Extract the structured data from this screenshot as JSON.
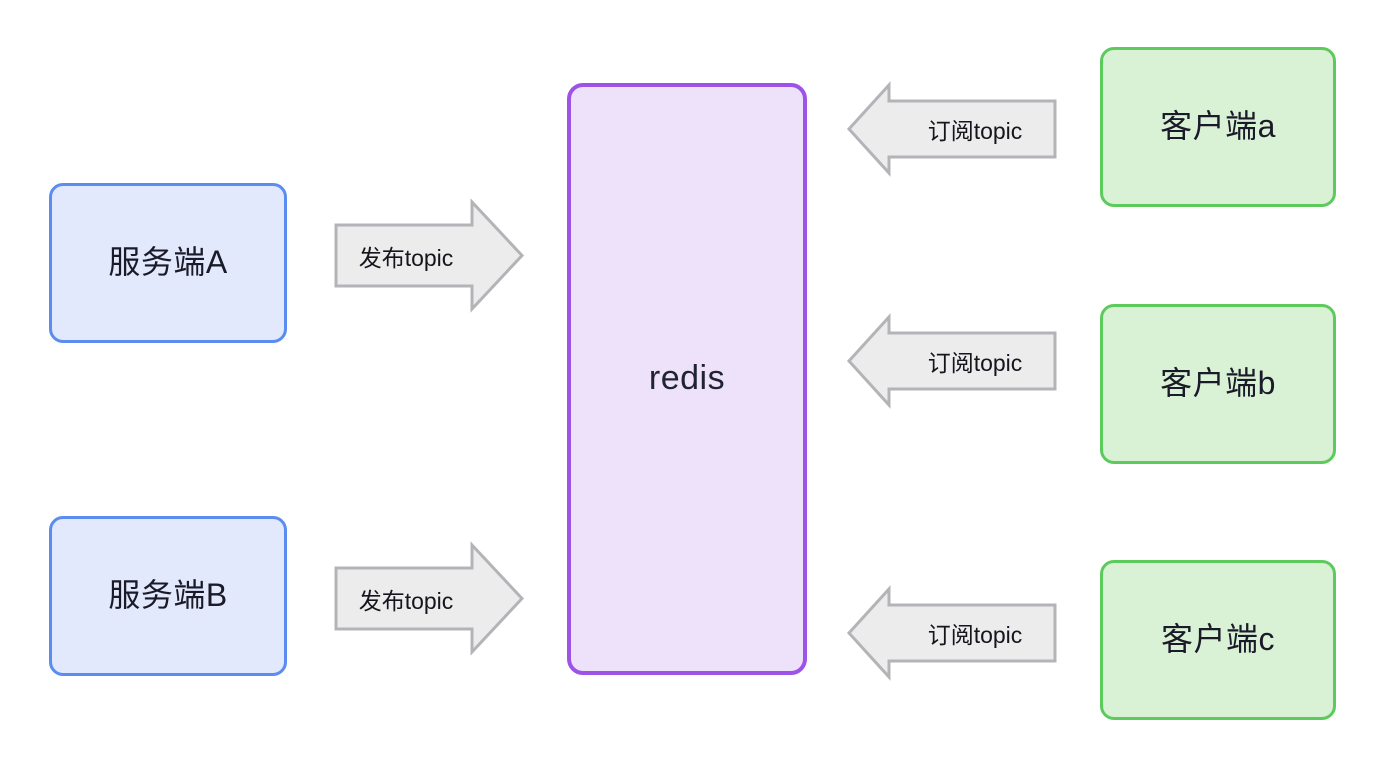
{
  "diagram": {
    "title": "redis publish subscribe topology",
    "background": "#ffffff",
    "colors": {
      "server_fill": "#e2e9fc",
      "server_border": "#5b8cf0",
      "broker_fill": "#eee2fb",
      "broker_border": "#9d52e8",
      "client_fill": "#d9f2d5",
      "client_border": "#5ccb5c",
      "arrow_fill": "#ececed",
      "arrow_border": "#b4b4b8",
      "text": "#1a1a28"
    }
  },
  "nodes": {
    "servers": [
      {
        "id": "server-a",
        "label": "服务端A"
      },
      {
        "id": "server-b",
        "label": "服务端B"
      }
    ],
    "broker": {
      "id": "redis",
      "label": "redis"
    },
    "clients": [
      {
        "id": "client-a",
        "label": "客户端a"
      },
      {
        "id": "client-b",
        "label": "客户端b"
      },
      {
        "id": "client-c",
        "label": "客户端c"
      }
    ]
  },
  "arrows": {
    "publish": [
      {
        "id": "publish-a",
        "label": "发布topic",
        "direction": "right",
        "from": "服务端A",
        "to": "redis"
      },
      {
        "id": "publish-b",
        "label": "发布topic",
        "direction": "right",
        "from": "服务端B",
        "to": "redis"
      }
    ],
    "subscribe": [
      {
        "id": "subscribe-a",
        "label": "订阅topic",
        "direction": "left",
        "from": "客户端a",
        "to": "redis"
      },
      {
        "id": "subscribe-b",
        "label": "订阅topic",
        "direction": "left",
        "from": "客户端b",
        "to": "redis"
      },
      {
        "id": "subscribe-c",
        "label": "订阅topic",
        "direction": "left",
        "from": "客户端c",
        "to": "redis"
      }
    ]
  }
}
